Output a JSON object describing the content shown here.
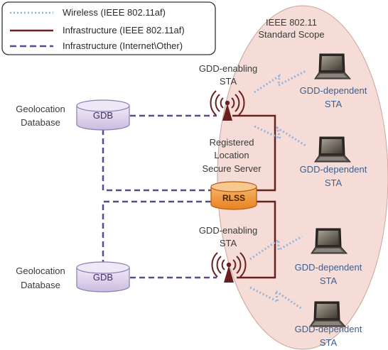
{
  "legend": {
    "wireless": "Wireless  (IEEE 802.11af)",
    "infrastructure_80211": "Infrastructure (IEEE 802.11af)",
    "infrastructure_internet": "Infrastructure (Internet\\Other)"
  },
  "scope": {
    "line1": "IEEE 802.11",
    "line2": "Standard Scope"
  },
  "databases": [
    {
      "line1": "Geolocation",
      "line2": "Database",
      "box": "GDB"
    },
    {
      "line1": "Geolocation",
      "line2": "Database",
      "box": "GDB"
    }
  ],
  "enabling_stations": [
    {
      "line1": "GDD-enabling",
      "line2": "STA"
    },
    {
      "line1": "GDD-enabling",
      "line2": "STA"
    }
  ],
  "rlss": {
    "caption_line1": "Registered",
    "caption_line2": "Location",
    "caption_line3": "Secure Server",
    "box": "RLSS"
  },
  "dependent_stations": [
    {
      "line1": "GDD-dependent",
      "line2": "STA"
    },
    {
      "line1": "GDD-dependent",
      "line2": "STA"
    },
    {
      "line1": "GDD-dependent",
      "line2": "STA"
    },
    {
      "line1": "GDD-dependent",
      "line2": "STA"
    }
  ],
  "colors": {
    "wireless": "#92b4dc",
    "infra_80211": "#6b1f1f",
    "infra_internet": "#5a4a8a",
    "gdb_fill": "#d9cdea",
    "rlss_fill": "#f29a3c",
    "scope_fill": "#f5dcd6"
  }
}
